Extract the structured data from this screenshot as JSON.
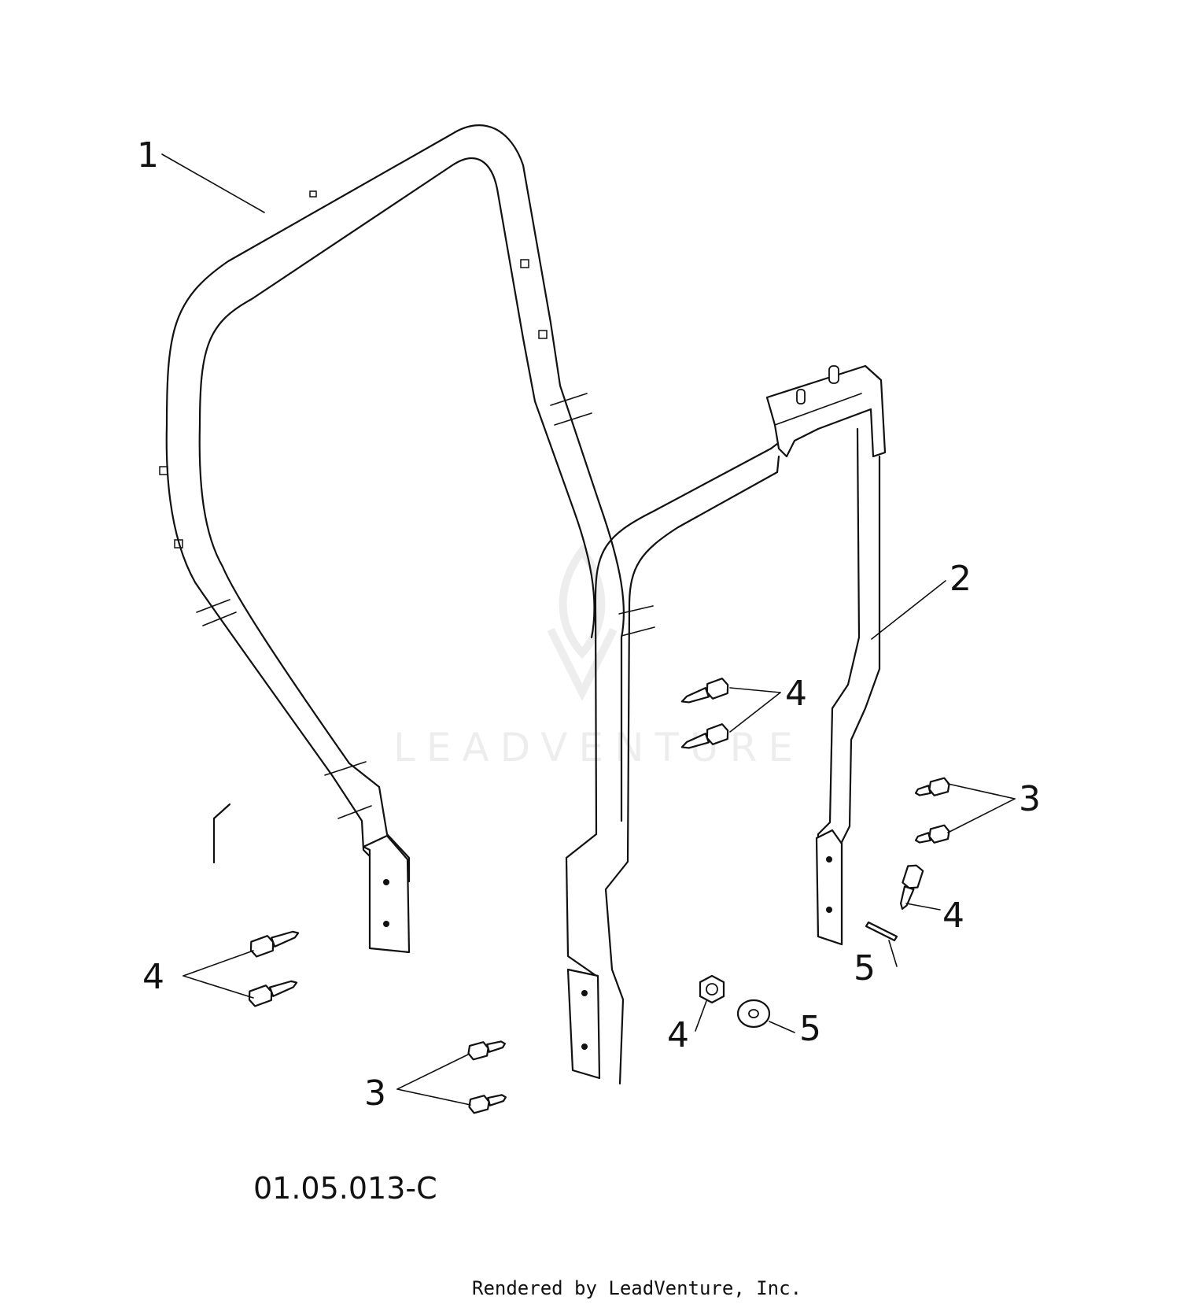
{
  "diagram": {
    "callouts": [
      {
        "id": "c1",
        "label": "1"
      },
      {
        "id": "c2",
        "label": "2"
      },
      {
        "id": "c3a",
        "label": "3"
      },
      {
        "id": "c3b",
        "label": "3"
      },
      {
        "id": "c4a",
        "label": "4"
      },
      {
        "id": "c4b",
        "label": "4"
      },
      {
        "id": "c4c",
        "label": "4"
      },
      {
        "id": "c4d",
        "label": "4"
      },
      {
        "id": "c5a",
        "label": "5"
      },
      {
        "id": "c5b",
        "label": "5"
      }
    ],
    "drawing_code": "01.05.013-C",
    "watermark": "LEADVENTURE",
    "footer": "Rendered by LeadVenture, Inc."
  }
}
